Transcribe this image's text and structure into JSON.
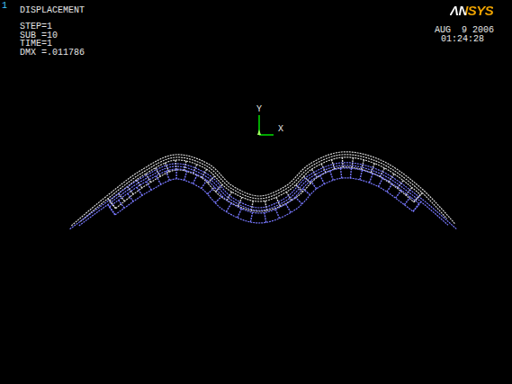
{
  "diagram": {
    "labels": [
      "1",
      "DISPLACEMENT",
      "STEP=1",
      "SUB =10",
      "TIME=1",
      "DMX =.011786",
      "ΛNSYS",
      "AUG  9 2006",
      "01:24:28",
      "Y",
      "X"
    ]
  }
}
